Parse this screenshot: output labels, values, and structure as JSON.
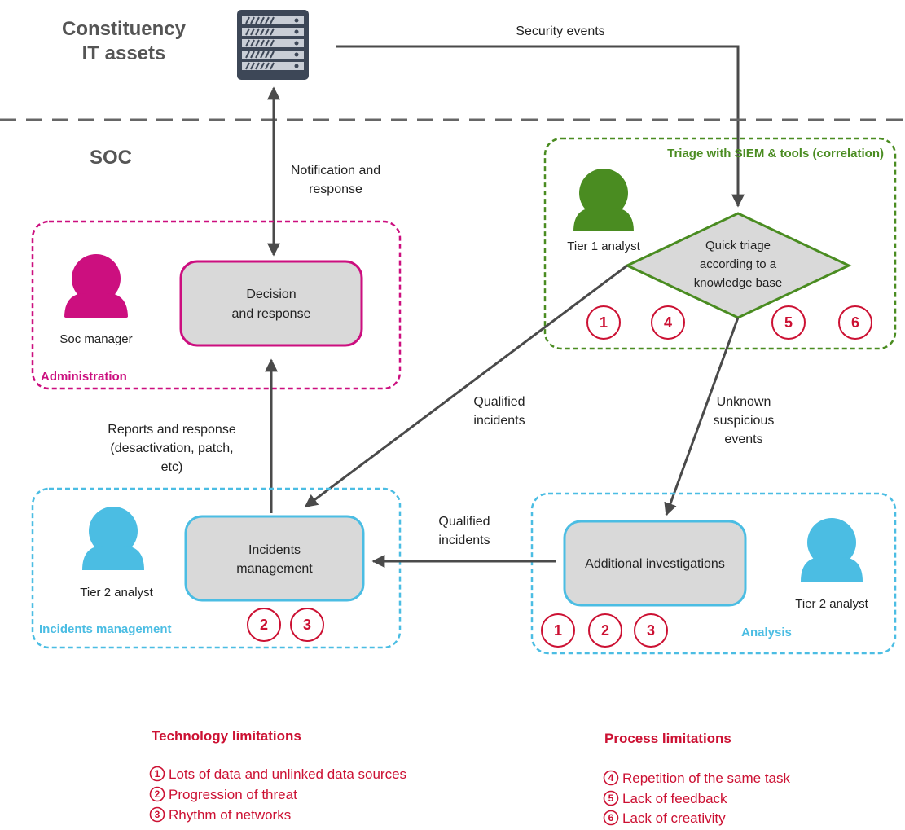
{
  "assets": {
    "line1": "Constituency",
    "line2": "IT assets",
    "icon": "server-rack-icon"
  },
  "soc_label": "SOC",
  "edges": {
    "security_events": "Security events",
    "notification": [
      "Notification and",
      "response"
    ],
    "reports": [
      "Reports and response",
      "(desactivation, patch,",
      "etc)"
    ],
    "qualified_top": [
      "Qualified",
      "incidents"
    ],
    "unknown": [
      "Unknown",
      "suspicious",
      "events"
    ],
    "qualified_bottom": [
      "Qualified",
      "incidents"
    ]
  },
  "zones": {
    "administration": {
      "label": "Administration",
      "color": "#cc0f7f",
      "person": "Soc manager",
      "box": [
        "Decision",
        "and response"
      ]
    },
    "triage": {
      "label": "Triage with SIEM & tools (correlation)",
      "color": "#4a8c21",
      "person": "Tier 1 analyst",
      "box": [
        "Quick triage",
        "according to a",
        "knowledge base"
      ],
      "badges": [
        "1",
        "4",
        "5",
        "6"
      ]
    },
    "incidents": {
      "label": "Incidents management",
      "color": "#4bbde3",
      "person": "Tier 2 analyst",
      "box": [
        "Incidents",
        "management"
      ],
      "badges": [
        "2",
        "3"
      ]
    },
    "analysis": {
      "label": "Analysis",
      "color": "#4bbde3",
      "person": "Tier 2 analyst",
      "box": [
        "Additional investigations"
      ],
      "badges": [
        "1",
        "2",
        "3"
      ]
    }
  },
  "legend": {
    "technology": {
      "title": "Technology limitations",
      "items": [
        {
          "num": "1",
          "text": "Lots of data and unlinked data sources"
        },
        {
          "num": "2",
          "text": "Progression of threat"
        },
        {
          "num": "3",
          "text": "Rhythm of networks"
        }
      ]
    },
    "process": {
      "title": "Process limitations",
      "items": [
        {
          "num": "4",
          "text": "Repetition of the same task"
        },
        {
          "num": "5",
          "text": "Lack of feedback"
        },
        {
          "num": "6",
          "text": "Lack of creativity"
        }
      ]
    }
  },
  "colors": {
    "badge": "#cc1133",
    "arrow": "#4a4a4a",
    "box_fill": "#d9d9d9"
  }
}
